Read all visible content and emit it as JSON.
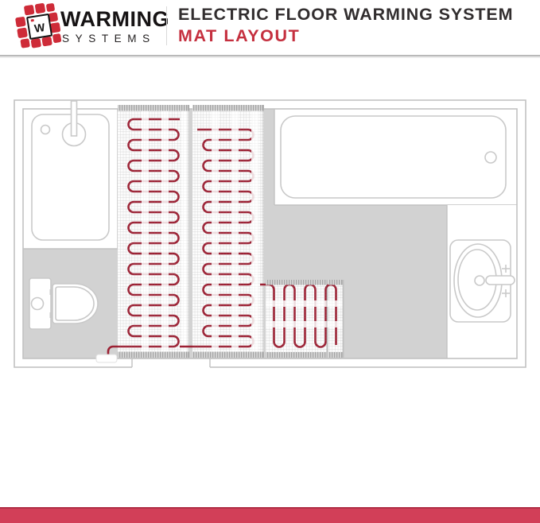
{
  "header": {
    "brand": {
      "name": "WARMING",
      "sub": "SYSTEMS",
      "logo_letter": "W"
    },
    "title": "ELECTRIC FLOOR WARMING SYSTEM",
    "subtitle": "MAT LAYOUT"
  },
  "diagram": {
    "type": "bathroom-floor-plan",
    "fixtures": [
      "shower",
      "bathtub",
      "toilet",
      "sink-vanity"
    ],
    "heating_mats": 3,
    "power_connector": true,
    "door_openings": 1
  },
  "colors": {
    "brand_red": "#ce2b38",
    "title_dark": "#322e2f",
    "subtitle_red": "#c5303f",
    "bar_red": "#d23f58",
    "bar_red_dark": "#b02f46",
    "cable_red": "#9c2033",
    "floor_gray": "#d2d2d2",
    "wall_gray": "#c2c2c2",
    "fixture_gray": "#c9c9c9"
  }
}
